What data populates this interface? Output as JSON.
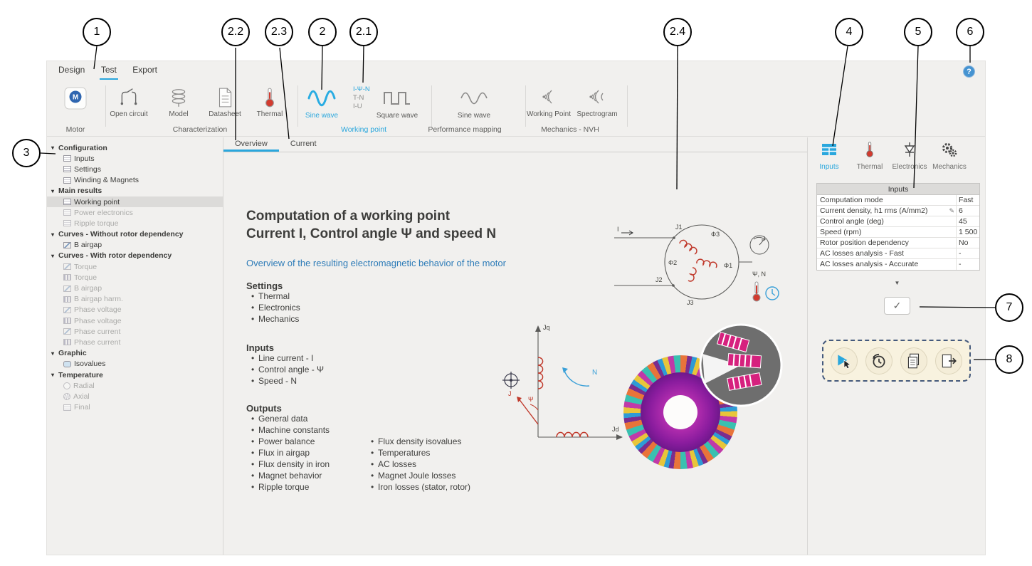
{
  "callouts": [
    {
      "label": "1"
    },
    {
      "label": "2.2"
    },
    {
      "label": "2.3"
    },
    {
      "label": "2"
    },
    {
      "label": "2.1"
    },
    {
      "label": "2.4"
    },
    {
      "label": "4"
    },
    {
      "label": "5"
    },
    {
      "label": "6"
    },
    {
      "label": "3"
    },
    {
      "label": "7"
    },
    {
      "label": "8"
    }
  ],
  "menubar": {
    "design": "Design",
    "test": "Test",
    "export": "Export"
  },
  "help_label": "?",
  "ribbon": {
    "motor": {
      "group": "Motor",
      "icon_letter": "M"
    },
    "characterization": {
      "group": "Characterization",
      "open_circuit": "Open circuit",
      "model": "Model",
      "datasheet": "Datasheet",
      "thermal": "Thermal"
    },
    "working_point": {
      "group": "Working point",
      "sine_wave": "Sine wave",
      "mode_1": "I-Ψ-N",
      "mode_2": "T-N",
      "mode_3": "I-U",
      "square_wave": "Square wave"
    },
    "performance_mapping": {
      "group": "Performance mapping",
      "sine_wave": "Sine wave"
    },
    "mechanics_nvh": {
      "group": "Mechanics - NVH",
      "working_point": "Working Point",
      "spectrogram": "Spectrogram"
    }
  },
  "tree": {
    "items": [
      {
        "label": "Configuration",
        "type": "header"
      },
      {
        "label": "Inputs",
        "type": "item",
        "icon": "table"
      },
      {
        "label": "Settings",
        "type": "item",
        "icon": "table"
      },
      {
        "label": "Winding & Magnets",
        "type": "item",
        "icon": "table"
      },
      {
        "label": "Main results",
        "type": "header"
      },
      {
        "label": "Working point",
        "type": "item",
        "state": "selected",
        "icon": "table"
      },
      {
        "label": "Power electronics",
        "type": "item",
        "state": "disabled",
        "icon": "table"
      },
      {
        "label": "Ripple torque",
        "type": "item",
        "state": "disabled",
        "icon": "table"
      },
      {
        "label": "Curves - Without rotor dependency",
        "type": "header"
      },
      {
        "label": "B airgap",
        "type": "item",
        "icon": "line"
      },
      {
        "label": "Curves - With rotor dependency",
        "type": "header"
      },
      {
        "label": "Torque",
        "type": "item",
        "state": "disabled",
        "icon": "line"
      },
      {
        "label": "Torque",
        "type": "item",
        "state": "disabled",
        "icon": "bar"
      },
      {
        "label": "B airgap",
        "type": "item",
        "state": "disabled",
        "icon": "line"
      },
      {
        "label": "B airgap harm.",
        "type": "item",
        "state": "disabled",
        "icon": "bar"
      },
      {
        "label": "Phase voltage",
        "type": "item",
        "state": "disabled",
        "icon": "line"
      },
      {
        "label": "Phase voltage",
        "type": "item",
        "state": "disabled",
        "icon": "bar"
      },
      {
        "label": "Phase current",
        "type": "item",
        "state": "disabled",
        "icon": "line"
      },
      {
        "label": "Phase current",
        "type": "item",
        "state": "disabled",
        "icon": "bar"
      },
      {
        "label": "Graphic",
        "type": "header"
      },
      {
        "label": "Isovalues",
        "type": "item",
        "icon": "iso"
      },
      {
        "label": "Temperature",
        "type": "header"
      },
      {
        "label": "Radial",
        "type": "item",
        "state": "disabled",
        "icon": "radial"
      },
      {
        "label": "Axial",
        "type": "item",
        "state": "disabled",
        "icon": "axial"
      },
      {
        "label": "Final",
        "type": "item",
        "state": "disabled",
        "icon": "table"
      }
    ]
  },
  "tabs": {
    "overview": "Overview",
    "current": "Current"
  },
  "content": {
    "title_line1": "Computation of a working point",
    "title_line2": "Current I, Control angle Ψ and speed N",
    "subtitle": "Overview of the resulting electromagnetic behavior of the motor",
    "settings_title": "Settings",
    "settings_items": [
      "Thermal",
      "Electronics",
      "Mechanics"
    ],
    "inputs_title": "Inputs",
    "inputs_items": [
      "Line current - I",
      "Control angle - Ψ",
      "Speed - N"
    ],
    "outputs_title": "Outputs",
    "outputs_col1": [
      "General data",
      "Machine constants",
      "Power balance",
      "Flux in airgap",
      "Flux density in iron",
      "Magnet behavior",
      "Ripple torque"
    ],
    "outputs_col2": [
      "Flux density isovalues",
      "Temperatures",
      "AC losses",
      "Magnet Joule losses",
      "Iron losses (stator, rotor)"
    ]
  },
  "diagram": {
    "current_label": "I",
    "phi1": "Φ1",
    "phi2": "Φ2",
    "phi3": "Φ3",
    "j1": "J1",
    "j2": "J2",
    "j3": "J3",
    "psi_n": "Ψ, N",
    "jq": "Jq",
    "jd": "Jd",
    "j": "J",
    "psi": "Ψ",
    "n": "N"
  },
  "right_panel": {
    "tabs": {
      "inputs": "Inputs",
      "thermal": "Thermal",
      "electronics": "Electronics",
      "mechanics": "Mechanics"
    },
    "table_title": "Inputs",
    "rows": [
      {
        "label": "Computation mode",
        "value": "Fast"
      },
      {
        "label": "Current density, h1 rms (A/mm2)",
        "value": "6",
        "icon": "edit"
      },
      {
        "label": "Control angle (deg)",
        "value": "45"
      },
      {
        "label": "Speed (rpm)",
        "value": "1 500"
      },
      {
        "label": "Rotor position dependency",
        "value": "No"
      },
      {
        "label": "AC losses analysis - Fast",
        "value": "-"
      },
      {
        "label": "AC losses analysis - Accurate",
        "value": "-"
      }
    ]
  }
}
